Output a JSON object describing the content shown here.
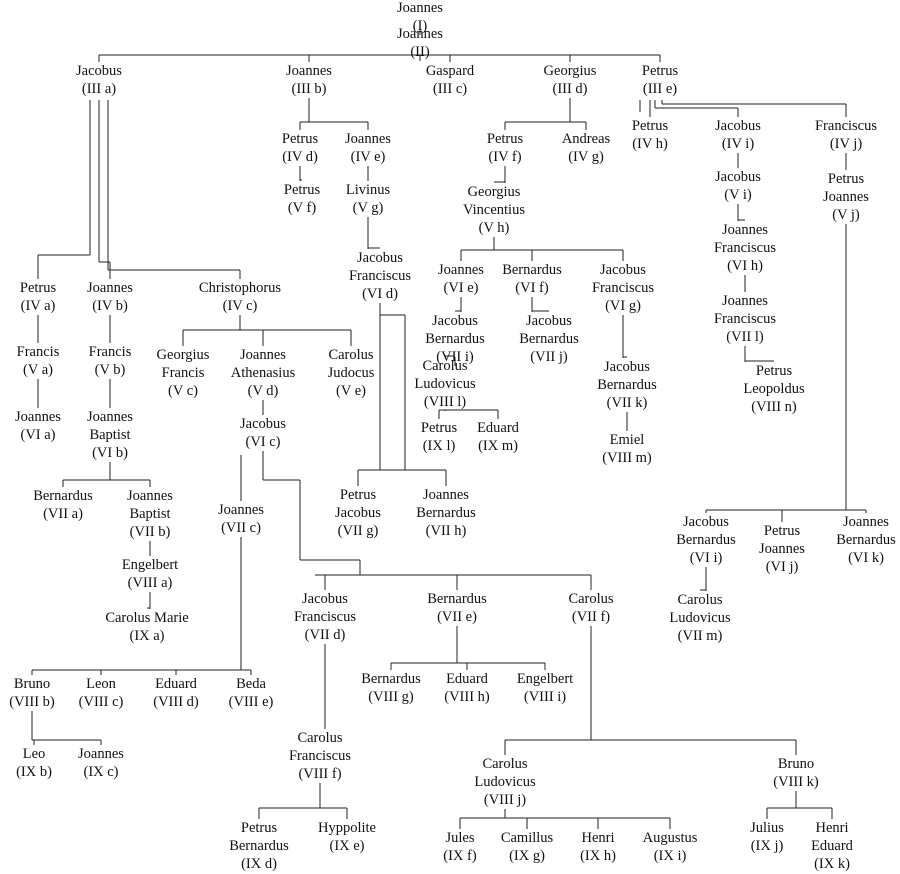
{
  "tree": {
    "root": "i",
    "persons": {
      "i": {
        "name": [
          "Joannes"
        ],
        "code": "(I)",
        "children": [
          "ii"
        ]
      },
      "ii": {
        "name": [
          "Joannes"
        ],
        "code": "(II)",
        "children": [
          "IIIa",
          "IIIb",
          "IIIc",
          "IIId",
          "IIIe"
        ]
      },
      "IIIa": {
        "name": [
          "Jacobus"
        ],
        "code": "(III a)",
        "children": [
          "IVa",
          "IVb",
          "IVc"
        ]
      },
      "IIIb": {
        "name": [
          "Joannes"
        ],
        "code": "(III b)",
        "children": [
          "IVd",
          "IVe"
        ]
      },
      "IIIc": {
        "name": [
          "Gaspard"
        ],
        "code": "(III c)"
      },
      "IIId": {
        "name": [
          "Georgius"
        ],
        "code": "(III d)",
        "children": [
          "IVf",
          "IVg"
        ]
      },
      "IIIe": {
        "name": [
          "Petrus"
        ],
        "code": "(III e)",
        "children": [
          "IVh",
          "IVi",
          "IVj"
        ]
      },
      "IVa": {
        "name": [
          "Petrus"
        ],
        "code": "(IV a)",
        "children": [
          "Va"
        ]
      },
      "IVb": {
        "name": [
          "Joannes"
        ],
        "code": "(IV b)",
        "children": [
          "Vb"
        ]
      },
      "IVc": {
        "name": [
          "Christophorus"
        ],
        "code": "(IV c)",
        "children": [
          "Vc",
          "Vd",
          "Ve"
        ]
      },
      "IVd": {
        "name": [
          "Petrus"
        ],
        "code": "(IV d)",
        "children": [
          "Vf"
        ]
      },
      "IVe": {
        "name": [
          "Joannes"
        ],
        "code": "(IV e)",
        "children": [
          "Vg"
        ]
      },
      "IVf": {
        "name": [
          "Petrus"
        ],
        "code": "(IV f)",
        "children": [
          "Vh"
        ]
      },
      "IVg": {
        "name": [
          "Andreas"
        ],
        "code": "(IV g)"
      },
      "IVh": {
        "name": [
          "Petrus"
        ],
        "code": "(IV h)"
      },
      "IVi": {
        "name": [
          "Jacobus"
        ],
        "code": "(IV i)",
        "children": [
          "Vi"
        ]
      },
      "IVj": {
        "name": [
          "Franciscus"
        ],
        "code": "(IV j)",
        "children": [
          "Vj"
        ]
      },
      "Va": {
        "name": [
          "Francis"
        ],
        "code": "(V a)",
        "children": [
          "VIa"
        ]
      },
      "Vb": {
        "name": [
          "Francis"
        ],
        "code": "(V b)",
        "children": [
          "VIb"
        ]
      },
      "Vc": {
        "name": [
          "Georgius",
          "Francis"
        ],
        "code": "(V c)"
      },
      "Vd": {
        "name": [
          "Joannes",
          "Athenasius"
        ],
        "code": "(V d)",
        "children": [
          "VIc"
        ]
      },
      "Ve": {
        "name": [
          "Carolus",
          "Judocus"
        ],
        "code": "(V e)"
      },
      "Vf": {
        "name": [
          "Petrus"
        ],
        "code": "(V f)"
      },
      "Vg": {
        "name": [
          "Livinus"
        ],
        "code": "(V g)",
        "children": [
          "VId"
        ]
      },
      "Vh": {
        "name": [
          "Georgius",
          "Vincentius"
        ],
        "code": "(V h)",
        "children": [
          "VIe",
          "VIf",
          "VIg"
        ]
      },
      "Vi": {
        "name": [
          "Jacobus"
        ],
        "code": "(V i)",
        "children": [
          "VIh"
        ]
      },
      "Vj": {
        "name": [
          "Petrus",
          "Joannes"
        ],
        "code": "(V j)",
        "children": [
          "VIi",
          "VIj",
          "VIk"
        ]
      },
      "VIa": {
        "name": [
          "Joannes"
        ],
        "code": "(VI a)"
      },
      "VIb": {
        "name": [
          "Joannes",
          "Baptist"
        ],
        "code": "(VI b)",
        "children": [
          "VIIa",
          "VIIb"
        ]
      },
      "VIc": {
        "name": [
          "Jacobus"
        ],
        "code": "(VI c)",
        "children": [
          "VIIc",
          "VIId",
          "VIIe",
          "VIIf"
        ]
      },
      "VId": {
        "name": [
          "Jacobus",
          "Franciscus"
        ],
        "code": "(VI d)",
        "children": [
          "VIIg",
          "VIIh"
        ]
      },
      "VIe": {
        "name": [
          "Joannes"
        ],
        "code": "(VI e)",
        "children": [
          "VIIi"
        ]
      },
      "VIf": {
        "name": [
          "Bernardus"
        ],
        "code": "(VI f)",
        "children": [
          "VIIj"
        ]
      },
      "VIg": {
        "name": [
          "Jacobus",
          "Franciscus"
        ],
        "code": "(VI g)",
        "children": [
          "VIIk"
        ]
      },
      "VIh": {
        "name": [
          "Joannes",
          "Franciscus"
        ],
        "code": "(VI h)",
        "children": [
          "VIIl"
        ]
      },
      "VIi": {
        "name": [
          "Jacobus",
          "Bernardus"
        ],
        "code": "(VI i)",
        "children": [
          "VIIm"
        ]
      },
      "VIj": {
        "name": [
          "Petrus",
          "Joannes"
        ],
        "code": "(VI j)"
      },
      "VIk": {
        "name": [
          "Joannes",
          "Bernardus"
        ],
        "code": "(VI k)"
      },
      "VIIa": {
        "name": [
          "Bernardus"
        ],
        "code": "(VII a)"
      },
      "VIIb": {
        "name": [
          "Joannes",
          "Baptist"
        ],
        "code": "(VII b)",
        "children": [
          "VIIIa"
        ]
      },
      "VIIc": {
        "name": [
          "Joannes"
        ],
        "code": "(VII c)",
        "children": [
          "VIIIb",
          "VIIIc",
          "VIIId",
          "VIIIe"
        ]
      },
      "VIId": {
        "name": [
          "Jacobus",
          "Franciscus"
        ],
        "code": "(VII d)",
        "children": [
          "VIIIf"
        ]
      },
      "VIIe": {
        "name": [
          "Bernardus"
        ],
        "code": "(VII e)",
        "children": [
          "VIIIg",
          "VIIIh",
          "VIIIi"
        ]
      },
      "VIIf": {
        "name": [
          "Carolus"
        ],
        "code": "(VII f)",
        "children": [
          "VIIIj",
          "VIIIk"
        ]
      },
      "VIIg": {
        "name": [
          "Petrus",
          "Jacobus"
        ],
        "code": "(VII g)"
      },
      "VIIh": {
        "name": [
          "Joannes",
          "Bernardus"
        ],
        "code": "(VII h)"
      },
      "VIIi": {
        "name": [
          "Jacobus",
          "Bernardus"
        ],
        "code": "(VII i)",
        "children": [
          "VIIIl"
        ]
      },
      "VIIj": {
        "name": [
          "Jacobus",
          "Bernardus"
        ],
        "code": "(VII j)"
      },
      "VIIk": {
        "name": [
          "Jacobus",
          "Bernardus"
        ],
        "code": "(VII k)",
        "children": [
          "VIIIm"
        ]
      },
      "VIIl": {
        "name": [
          "Joannes",
          "Franciscus"
        ],
        "code": "(VII l)",
        "children": [
          "VIIIn"
        ]
      },
      "VIIm": {
        "name": [
          "Carolus",
          "Ludovicus"
        ],
        "code": "(VII m)"
      },
      "VIIIa": {
        "name": [
          "Engelbert"
        ],
        "code": "(VIII a)",
        "children": [
          "IXa"
        ]
      },
      "VIIIb": {
        "name": [
          "Bruno"
        ],
        "code": "(VIII b)",
        "children": [
          "IXb",
          "IXc"
        ]
      },
      "VIIIc": {
        "name": [
          "Leon"
        ],
        "code": "(VIII c)"
      },
      "VIIId": {
        "name": [
          "Eduard"
        ],
        "code": "(VIII d)"
      },
      "VIIIe": {
        "name": [
          "Beda"
        ],
        "code": "(VIII e)"
      },
      "VIIIf": {
        "name": [
          "Carolus",
          "Franciscus"
        ],
        "code": "(VIII f)",
        "children": [
          "IXd",
          "IXe"
        ]
      },
      "VIIIg": {
        "name": [
          "Bernardus"
        ],
        "code": "(VIII g)"
      },
      "VIIIh": {
        "name": [
          "Eduard"
        ],
        "code": "(VIII h)"
      },
      "VIIIi": {
        "name": [
          "Engelbert"
        ],
        "code": "(VIII i)"
      },
      "VIIIj": {
        "name": [
          "Carolus",
          "Ludovicus"
        ],
        "code": "(VIII j)",
        "children": [
          "IXf",
          "IXg",
          "IXh",
          "IXi"
        ]
      },
      "VIIIk": {
        "name": [
          "Bruno"
        ],
        "code": "(VIII k)",
        "children": [
          "IXj",
          "IXk"
        ]
      },
      "VIIIl": {
        "name": [
          "Carolus",
          "Ludovicus"
        ],
        "code": "(VIII l)",
        "children": [
          "IXl",
          "IXm"
        ]
      },
      "VIIIm": {
        "name": [
          "Emiel"
        ],
        "code": "(VIII m)"
      },
      "VIIIn": {
        "name": [
          "Petrus",
          "Leopoldus"
        ],
        "code": "(VIII n)"
      },
      "IXa": {
        "name": [
          "Carolus Marie"
        ],
        "code": "(IX a)"
      },
      "IXb": {
        "name": [
          "Leo"
        ],
        "code": "(IX b)"
      },
      "IXc": {
        "name": [
          "Joannes"
        ],
        "code": "(IX c)"
      },
      "IXd": {
        "name": [
          "Petrus",
          "Bernardus"
        ],
        "code": "(IX d)"
      },
      "IXe": {
        "name": [
          "Hyppolite"
        ],
        "code": "(IX e)"
      },
      "IXf": {
        "name": [
          "Jules"
        ],
        "code": "(IX f)"
      },
      "IXg": {
        "name": [
          "Camillus"
        ],
        "code": "(IX g)"
      },
      "IXh": {
        "name": [
          "Henri"
        ],
        "code": "(IX h)"
      },
      "IXi": {
        "name": [
          "Augustus"
        ],
        "code": "(IX i)"
      },
      "IXj": {
        "name": [
          "Julius"
        ],
        "code": "(IX j)"
      },
      "IXk": {
        "name": [
          "Henri",
          "Eduard"
        ],
        "code": "(IX k)"
      },
      "IXl": {
        "name": [
          "Petrus"
        ],
        "code": "(IX l)"
      },
      "IXm": {
        "name": [
          "Eduard"
        ],
        "code": "(IX m)"
      }
    }
  }
}
